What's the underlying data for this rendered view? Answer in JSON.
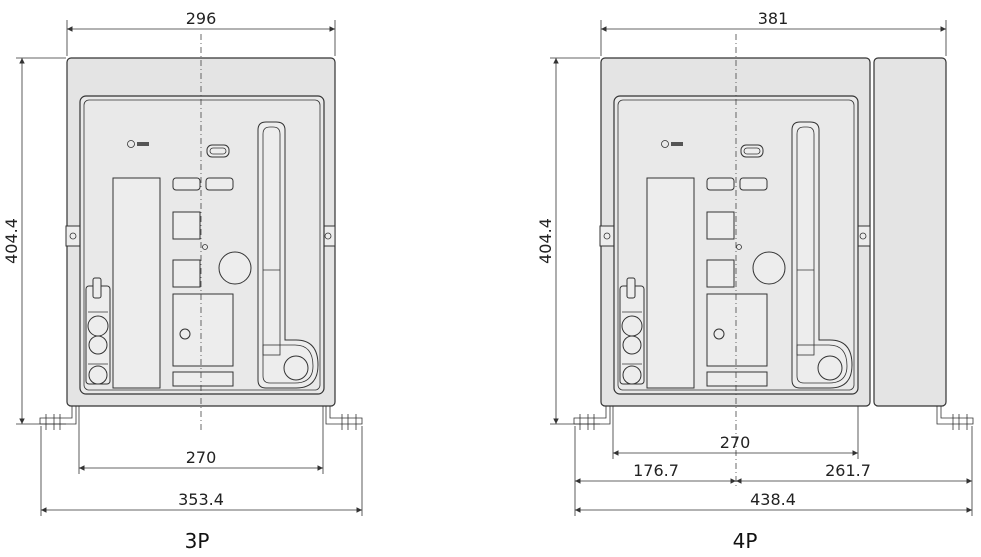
{
  "views": [
    {
      "caption": "3P",
      "width_top": "296",
      "height": "404.4",
      "mount_width": "270",
      "overall_width": "353.4"
    },
    {
      "caption": "4P",
      "width_top": "381",
      "height": "404.4",
      "mount_width": "270",
      "left_offset": "176.7",
      "right_offset": "261.7",
      "overall_width": "438.4"
    }
  ]
}
